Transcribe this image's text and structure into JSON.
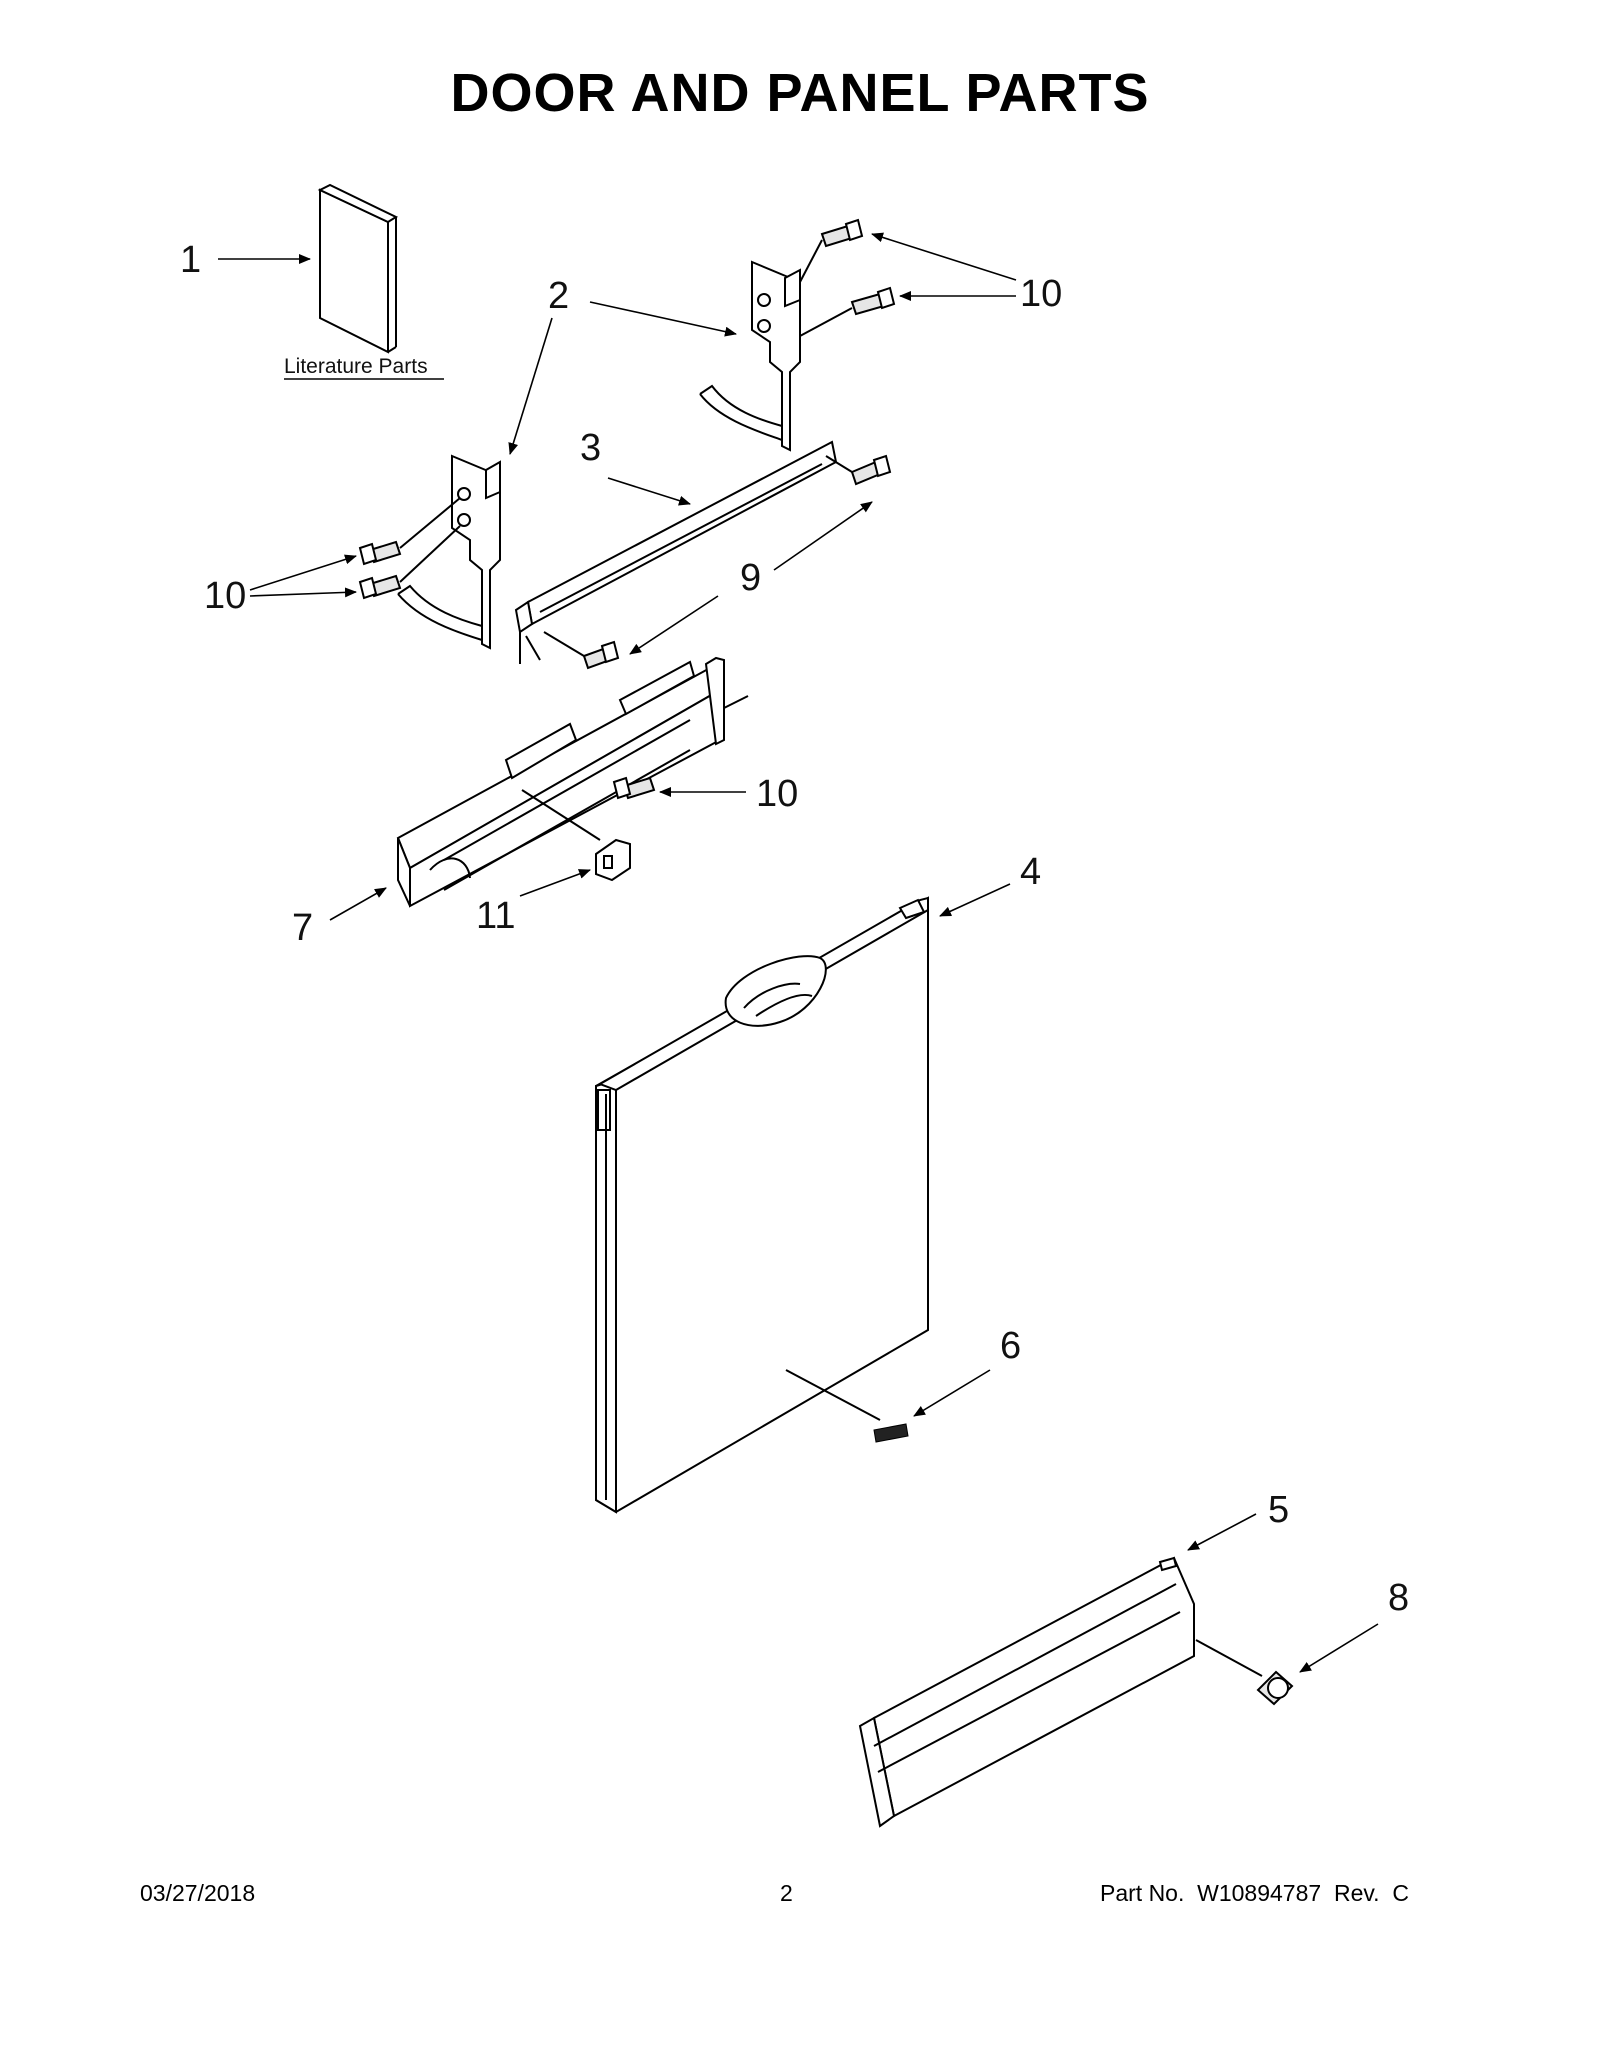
{
  "title": "DOOR AND PANEL PARTS",
  "literature_label": "Literature Parts",
  "callouts": {
    "c1": "1",
    "c2": "2",
    "c3": "3",
    "c4": "4",
    "c5": "5",
    "c6": "6",
    "c7": "7",
    "c8": "8",
    "c9": "9",
    "c10": "10",
    "c11": "11"
  },
  "footer": {
    "date": "03/27/2018",
    "page": "2",
    "part": "Part No.  W10894787  Rev.  C"
  }
}
